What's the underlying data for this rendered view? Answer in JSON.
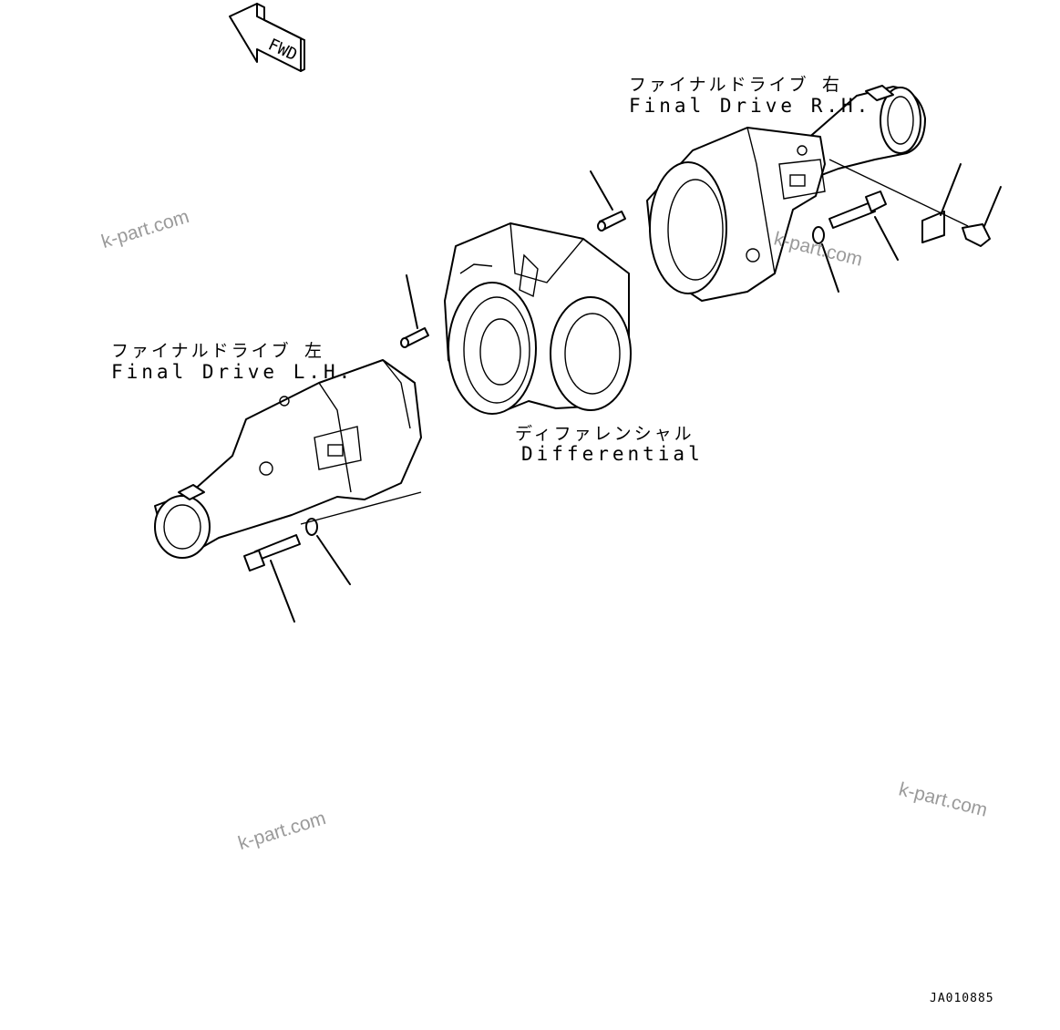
{
  "labels": {
    "fwd": "FWD",
    "final_drive_rh_jp": "ファイナルドライブ 右",
    "final_drive_rh_en": "Final Drive R.H.",
    "final_drive_lh_jp": "ファイナルドライブ 左",
    "final_drive_lh_en": "Final Drive L.H.",
    "differential_jp": "ディファレンシャル",
    "differential_en": "Differential"
  },
  "watermarks": [
    "k-part.com",
    "k-part.com",
    "k-part.com",
    "k-part.com"
  ],
  "drawing_code": "JA010885"
}
